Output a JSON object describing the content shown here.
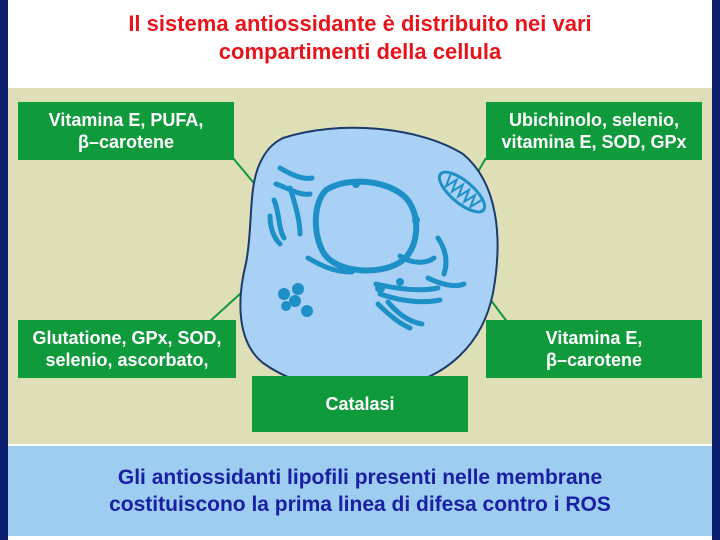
{
  "title": {
    "line1": "Il sistema antiossidante è distribuito nei vari",
    "line2": "compartimenti della cellula"
  },
  "boxes": {
    "top_left": {
      "line1": "Vitamina E, PUFA,",
      "line2": "β–carotene"
    },
    "top_right": {
      "line1": "Ubichinolo, selenio,",
      "line2": "vitamina E, SOD, GPx"
    },
    "mid_left": {
      "line1": "Glutatione, GPx, SOD,",
      "line2": "selenio, ascorbato,"
    },
    "mid_right": {
      "line1": "Vitamina E,",
      "line2": "β–carotene"
    },
    "bottom_center": {
      "line1": "Catalasi"
    }
  },
  "footer": {
    "line1": "Gli antiossidanti lipofili presenti nelle membrane",
    "line2": "costituiscono la prima linea di difesa contro i ROS"
  },
  "colors": {
    "title": "#e8141c",
    "box_green": "#0f9a3b",
    "panel_beige": "#dedfb6",
    "cell_fill": "#a9d0f5",
    "organelle": "#1e90c8",
    "footer_bg": "#9ecdf2",
    "footer_text": "#1a1fa3"
  }
}
